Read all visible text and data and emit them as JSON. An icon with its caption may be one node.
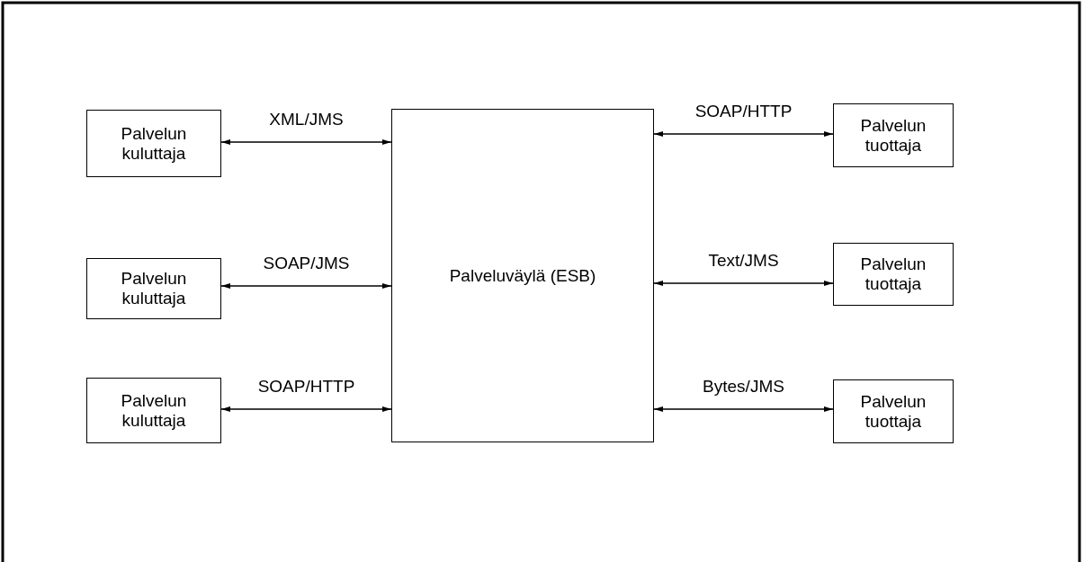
{
  "diagram": {
    "nodes": [
      {
        "text": [
          "Palvelun kuluttaja"
        ]
      },
      {
        "text": [
          "Palvelun kuluttaja"
        ]
      },
      {
        "text": [
          "Palvelun kuluttaja"
        ]
      },
      {
        "text": [
          "Palveluväylä (ESB)"
        ]
      },
      {
        "text": [
          "Palvelun tuottaja"
        ]
      },
      {
        "text": [
          "Palvelun tuottaja"
        ]
      },
      {
        "text": [
          "Palvelun tuottaja"
        ]
      }
    ],
    "edges": [
      {
        "from": 0,
        "to": 3,
        "arrow": "both",
        "label": "XML/JMS"
      },
      {
        "from": 1,
        "to": 3,
        "arrow": "both",
        "label": "SOAP/JMS"
      },
      {
        "from": 2,
        "to": 3,
        "arrow": "both",
        "label": "SOAP/HTTP"
      },
      {
        "from": 3,
        "to": 4,
        "arrow": "both",
        "label": "SOAP/HTTP"
      },
      {
        "from": 3,
        "to": 5,
        "arrow": "both",
        "label": "Text/JMS"
      },
      {
        "from": 3,
        "to": 6,
        "arrow": "both",
        "label": "Bytes/JMS"
      }
    ]
  }
}
